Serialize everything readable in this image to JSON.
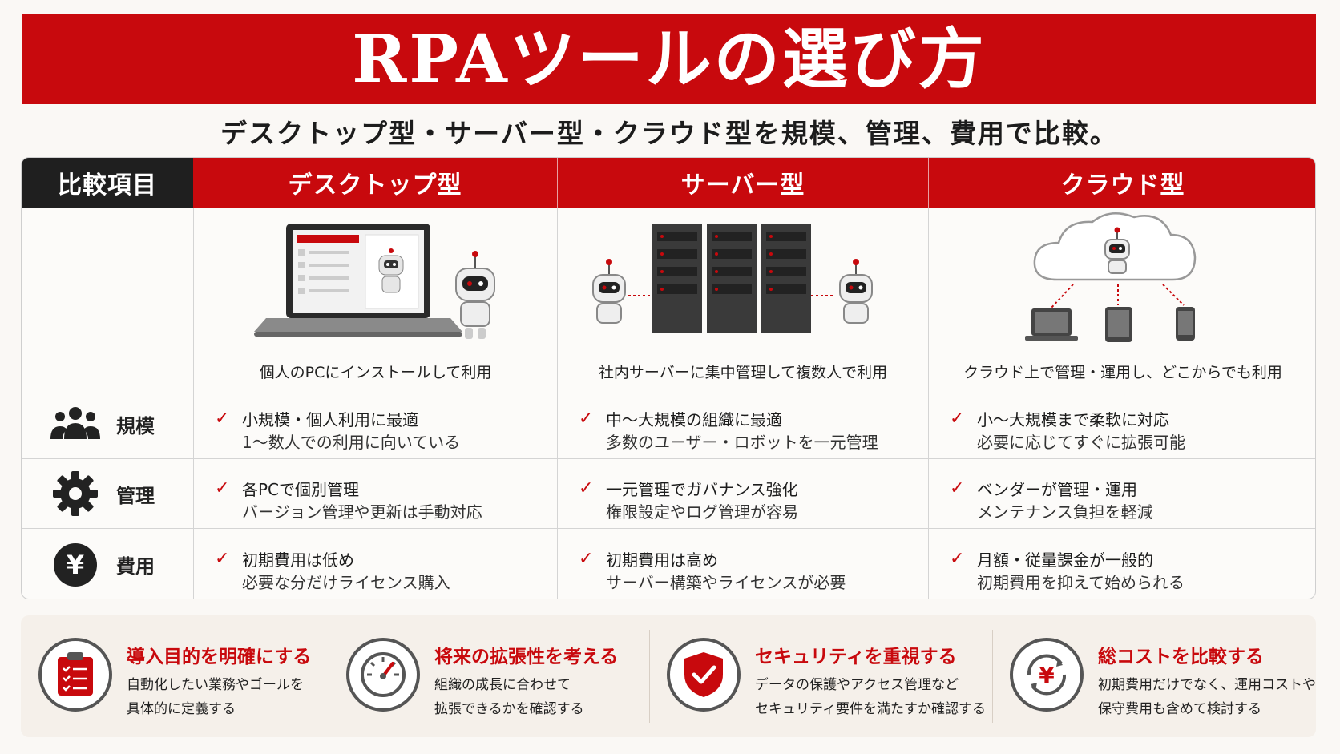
{
  "title": "RPAツールの選び方",
  "subtitle": "デスクトップ型・サーバー型・クラウド型を規模、管理、費用で比較。",
  "table": {
    "label_header": "比較項目",
    "columns": [
      {
        "name": "デスクトップ型",
        "caption": "個人のPCにインストールして利用"
      },
      {
        "name": "サーバー型",
        "caption": "社内サーバーに集中管理して複数人で利用"
      },
      {
        "name": "クラウド型",
        "caption": "クラウド上で管理・運用し、どこからでも利用"
      }
    ],
    "rows": [
      {
        "label": "規模",
        "icon": "people-icon",
        "cells": [
          {
            "main": "小規模・個人利用に最適",
            "sub": "1〜数人での利用に向いている"
          },
          {
            "main": "中〜大規模の組織に最適",
            "sub": "多数のユーザー・ロボットを一元管理"
          },
          {
            "main": "小〜大規模まで柔軟に対応",
            "sub": "必要に応じてすぐに拡張可能"
          }
        ]
      },
      {
        "label": "管理",
        "icon": "gear-icon",
        "cells": [
          {
            "main": "各PCで個別管理",
            "sub": "バージョン管理や更新は手動対応"
          },
          {
            "main": "一元管理でガバナンス強化",
            "sub": "権限設定やログ管理が容易"
          },
          {
            "main": "ベンダーが管理・運用",
            "sub": "メンテナンス負担を軽減"
          }
        ]
      },
      {
        "label": "費用",
        "icon": "yen-icon",
        "cells": [
          {
            "main": "初期費用は低め",
            "sub": "必要な分だけライセンス購入"
          },
          {
            "main": "初期費用は高め",
            "sub": "サーバー構築やライセンスが必要"
          },
          {
            "main": "月額・従量課金が一般的",
            "sub": "初期費用を抑えて始められる"
          }
        ]
      }
    ]
  },
  "tips": [
    {
      "icon": "clipboard-icon",
      "title": "導入目的を明確にする",
      "line1": "自動化したい業務やゴールを",
      "line2": "具体的に定義する"
    },
    {
      "icon": "gauge-icon",
      "title": "将来の拡張性を考える",
      "line1": "組織の成長に合わせて",
      "line2": "拡張できるかを確認する"
    },
    {
      "icon": "shield-check-icon",
      "title": "セキュリティを重視する",
      "line1": "データの保護やアクセス管理など",
      "line2": "セキュリティ要件を満たすか確認する"
    },
    {
      "icon": "yen-cycle-icon",
      "title": "総コストを比較する",
      "line1": "初期費用だけでなく、運用コストや",
      "line2": "保守費用も含めて検討する"
    }
  ],
  "colors": {
    "accent": "#c8090d",
    "dark": "#1f1f1f"
  }
}
